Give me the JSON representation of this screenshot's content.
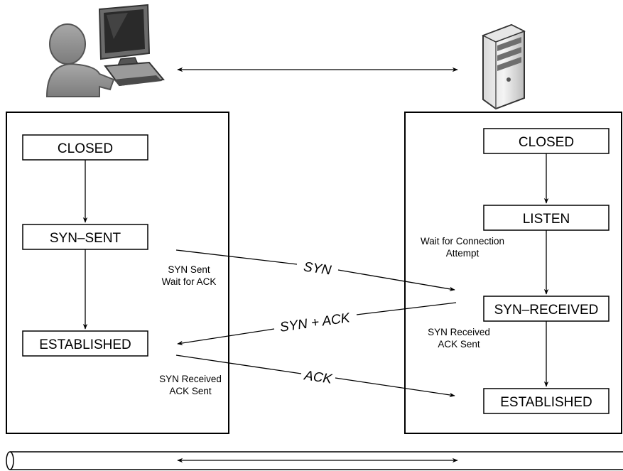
{
  "client": {
    "icon": "user-computer-icon",
    "states": {
      "closed": "CLOSED",
      "syn_sent": "SYN–SENT",
      "established": "ESTABLISHED"
    },
    "notes": {
      "syn_sent_line1": "SYN Sent",
      "syn_sent_line2": "Wait for ACK",
      "syn_received_line1": "SYN Received",
      "syn_received_line2": "ACK Sent"
    }
  },
  "server": {
    "icon": "server-tower-icon",
    "states": {
      "closed": "CLOSED",
      "listen": "LISTEN",
      "syn_received": "SYN–RECEIVED",
      "established": "ESTABLISHED"
    },
    "notes": {
      "listen_line1": "Wait for Connection",
      "listen_line2": "Attempt",
      "syn_received_line1": "SYN Received",
      "syn_received_line2": "ACK Sent"
    }
  },
  "messages": {
    "syn": "SYN",
    "syn_ack": "SYN + ACK",
    "ack": "ACK"
  },
  "colors": {
    "stroke": "#000000",
    "background": "#ffffff",
    "icon_gray": "#8a8a8a"
  }
}
